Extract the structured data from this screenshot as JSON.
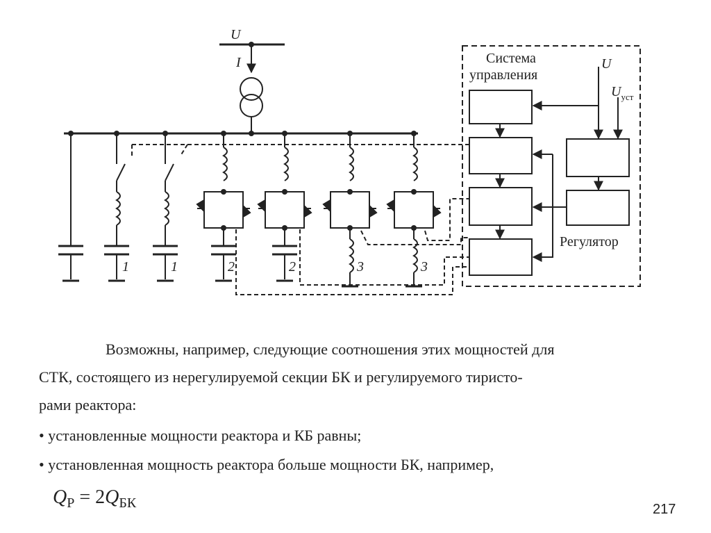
{
  "diagram": {
    "voltage_label": "U",
    "current_label": "I",
    "control_system_label_line1": "Система",
    "control_system_label_line2": "управления",
    "input_u_label": "U",
    "input_uset_main": "U",
    "input_uset_sub": "уст",
    "regulator_label": "Регулятор",
    "branch_labels": [
      "1",
      "1",
      "2",
      "2",
      "3",
      "3"
    ]
  },
  "text": {
    "line1": "Возможны, например, следующие соотношения этих мощностей для",
    "line2": "СТК, состоящего из нерегулируемой секции БК и регулируемого тиристо-",
    "line3": "рами реактора:",
    "bullet1": "• установленные мощности реактора и КБ равны;",
    "bullet2": "• установленная мощность реактора больше мощности БК, например,"
  },
  "formula": {
    "lhs_var": "Q",
    "lhs_sub": "Р",
    "equals": " = 2",
    "rhs_var": "Q",
    "rhs_sub": "БК"
  },
  "page_number": "217"
}
